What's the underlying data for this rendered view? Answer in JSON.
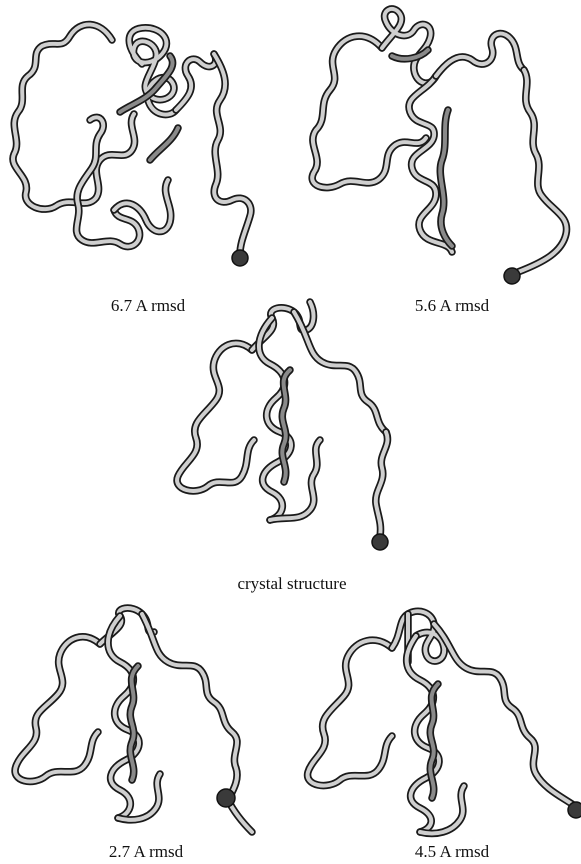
{
  "panels": [
    {
      "id": "top-left",
      "caption": "6.7 A rmsd"
    },
    {
      "id": "top-right",
      "caption": "5.6 A rmsd"
    },
    {
      "id": "center",
      "caption": "crystal structure"
    },
    {
      "id": "bottom-left",
      "caption": "2.7 A rmsd"
    },
    {
      "id": "bottom-right",
      "caption": "4.5 A rmsd"
    }
  ],
  "colors": {
    "tube_fill": "#cfcfcf",
    "tube_outline": "#1a1a1a",
    "tube_back": "#8a8a8a",
    "terminus": "#3a3a3a"
  }
}
